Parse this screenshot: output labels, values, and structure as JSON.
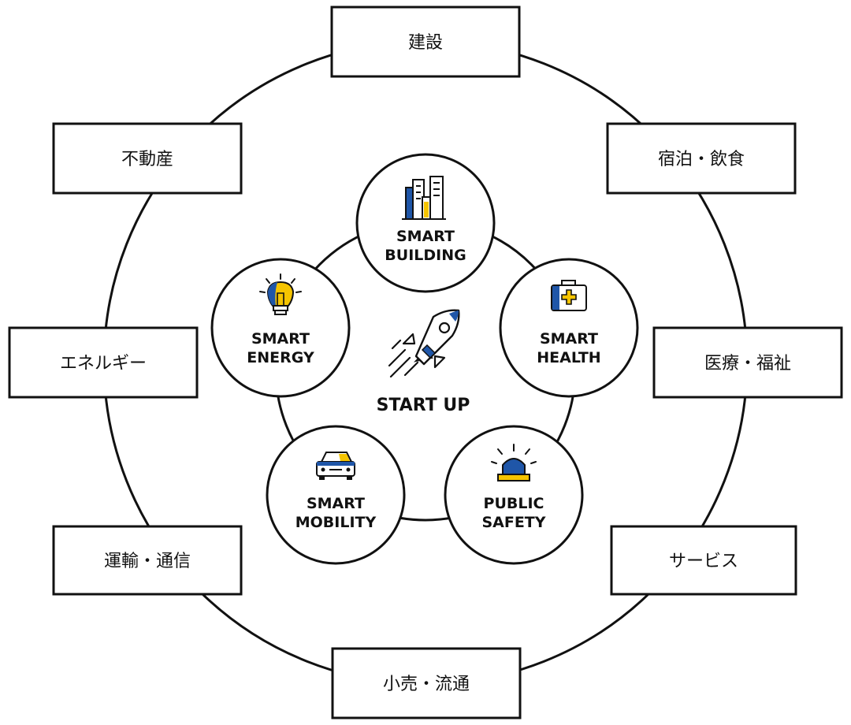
{
  "center": {
    "label": "START UP",
    "icon": "rocket-icon"
  },
  "smart_domains": [
    {
      "id": "building",
      "lines": [
        "SMART",
        "BUILDING"
      ],
      "icon": "buildings-icon"
    },
    {
      "id": "health",
      "lines": [
        "SMART",
        "HEALTH"
      ],
      "icon": "medical-kit-icon"
    },
    {
      "id": "safety",
      "lines": [
        "PUBLIC",
        "SAFETY"
      ],
      "icon": "siren-icon"
    },
    {
      "id": "mobility",
      "lines": [
        "SMART",
        "MOBILITY"
      ],
      "icon": "car-icon"
    },
    {
      "id": "energy",
      "lines": [
        "SMART",
        "ENERGY"
      ],
      "icon": "light-bulb-icon"
    }
  ],
  "industries": [
    "建設",
    "宿泊・飲食",
    "医療・福祉",
    "サービス",
    "小売・流通",
    "運輸・通信",
    "エネルギー",
    "不動産"
  ],
  "colors": {
    "line": "#111111",
    "accent_blue": "#1f56a8",
    "accent_yellow": "#f5c400",
    "background": "#ffffff"
  }
}
